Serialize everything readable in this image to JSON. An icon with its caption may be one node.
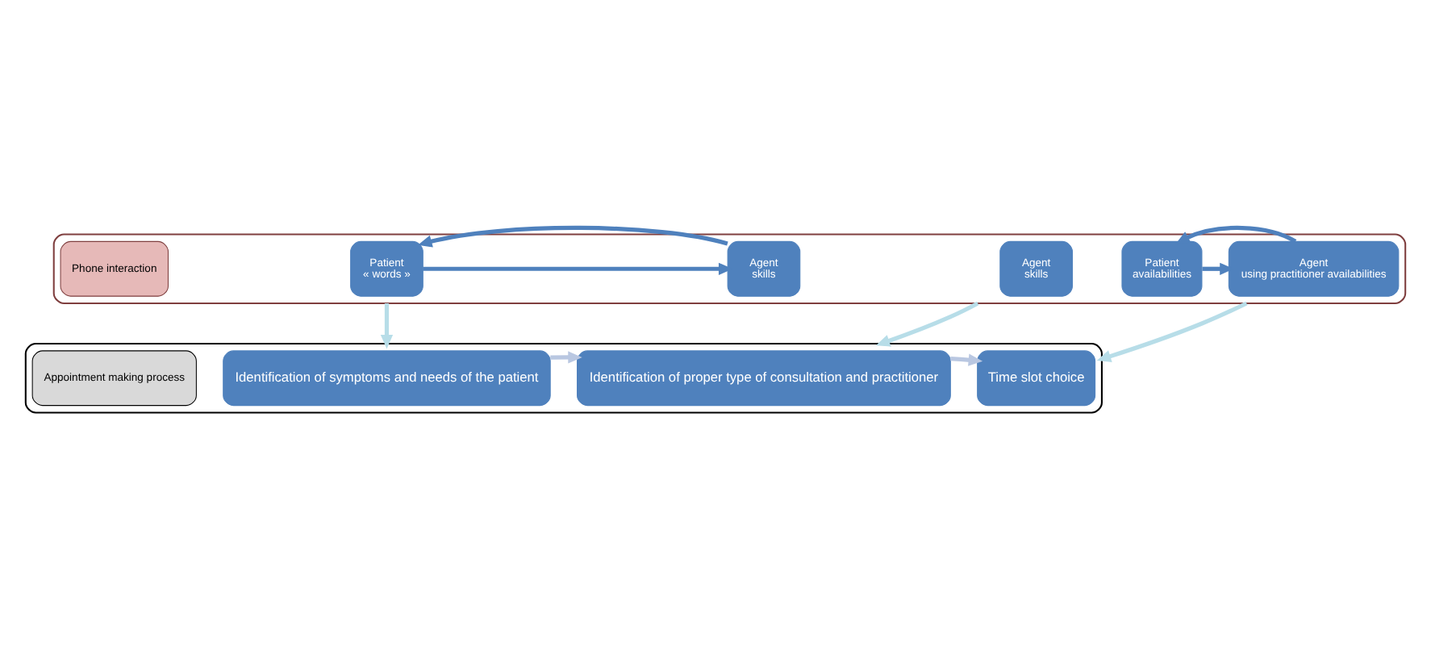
{
  "diagram": {
    "nodes": [
      {
        "text": [],
        "shape": "box"
      },
      {
        "text": [
          "Phone interaction"
        ],
        "in": 0
      },
      {
        "text": [
          "Patient",
          "« words »"
        ],
        "in": 0
      },
      {
        "text": [
          "Agent",
          "skills"
        ],
        "in": 0
      },
      {
        "text": [
          "Agent",
          "skills"
        ],
        "in": 0
      },
      {
        "text": [
          "Patient",
          "availabilities"
        ],
        "in": 0
      },
      {
        "text": [
          "Agent",
          "using practitioner availabilities"
        ],
        "in": 0
      },
      {
        "text": [],
        "shape": "box"
      },
      {
        "text": [
          "Appointment making process"
        ],
        "in": 7
      },
      {
        "text": [
          "Identification of symptoms and needs of the patient"
        ],
        "in": 7
      },
      {
        "text": [
          "Identification of proper type of consultation and practitioner"
        ],
        "in": 7
      },
      {
        "text": [
          "Time slot choice"
        ],
        "in": 7
      }
    ],
    "edges": [
      {
        "from": 2,
        "to": 3,
        "arrow": "to"
      },
      {
        "from": 3,
        "to": 2,
        "arrow": "to"
      },
      {
        "from": 5,
        "to": 6,
        "arrow": "to"
      },
      {
        "from": 6,
        "to": 5,
        "arrow": "to"
      },
      {
        "from": 0,
        "to": 7,
        "arrow": "to",
        "color": "#b7dde8"
      },
      {
        "from": 0,
        "to": 7,
        "arrow": "to",
        "color": "#b7dde8"
      },
      {
        "from": 0,
        "to": 7,
        "arrow": "to",
        "color": "#b7dde8"
      },
      {
        "from": 9,
        "to": 10,
        "arrow": "to",
        "color": "#b9c7e1"
      },
      {
        "from": 10,
        "to": 11,
        "arrow": "to",
        "color": "#b9c7e1"
      }
    ]
  }
}
